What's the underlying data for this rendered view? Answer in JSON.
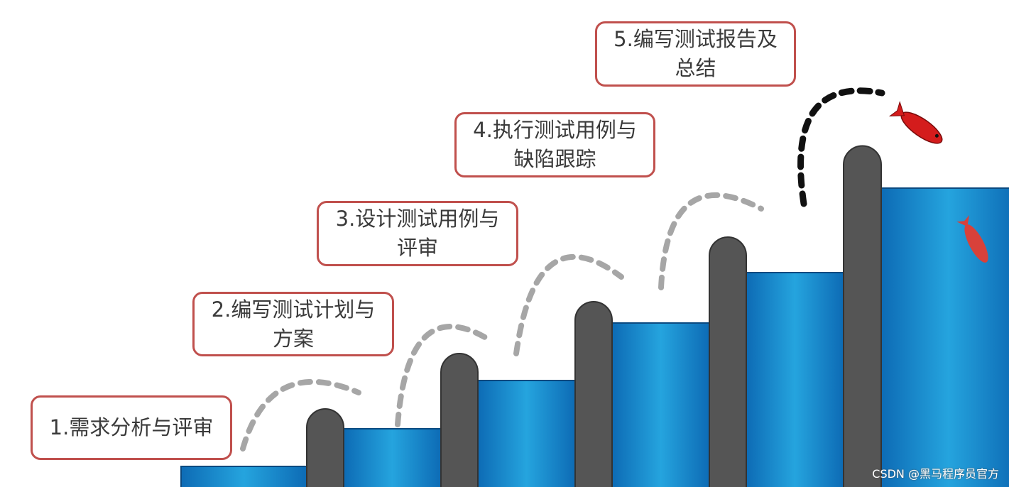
{
  "steps": [
    {
      "label": "1.需求分析与评审"
    },
    {
      "label": "2.编写测试计划与方案"
    },
    {
      "label": "3.设计测试用例与评审"
    },
    {
      "label": "4.执行测试用例与缺陷跟踪"
    },
    {
      "label": "5.编写测试报告及总结"
    }
  ],
  "watermark": "CSDN @黑马程序员官方",
  "colors": {
    "box_border": "#c0504d",
    "water": "#1a7cc4",
    "pillar": "#555555",
    "fish": "#d41c1c",
    "arc_gray": "#a6a6a6",
    "arc_final": "#111111"
  }
}
